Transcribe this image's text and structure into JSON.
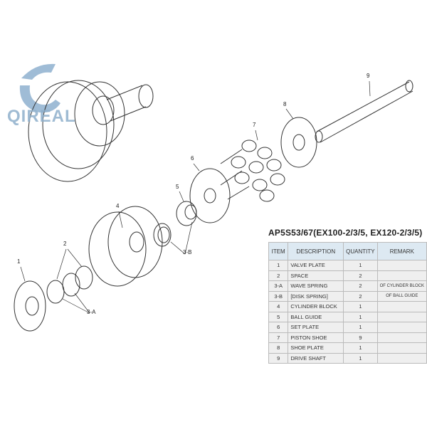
{
  "logo": {
    "text": "QIREAL",
    "color": "#8fb0cc"
  },
  "labels": {
    "l1": "1",
    "l2": "2",
    "l3a": "3-A",
    "l3b": "3-B",
    "l4": "4",
    "l5": "5",
    "l6": "6",
    "l7": "7",
    "l8": "8",
    "l9": "9"
  },
  "table": {
    "title": "AP5S53/67(EX100-2/3/5, EX120-2/3/5)",
    "headers": [
      "ITEM",
      "DESCRIPTION",
      "QUANTITY",
      "REMARK"
    ],
    "rows": [
      {
        "item": "1",
        "desc": "VALVE PLATE",
        "qty": "1",
        "remark": ""
      },
      {
        "item": "2",
        "desc": "SPACE",
        "qty": "2",
        "remark": ""
      },
      {
        "item": "3-A",
        "desc": "WAVE SPRING",
        "qty": "2",
        "remark": "OF CYLINDER BLOCK"
      },
      {
        "item": "3-B",
        "desc": "[DISK SPRING]",
        "qty": "2",
        "remark": "OF BALL GUIDE"
      },
      {
        "item": "4",
        "desc": "CYLINDER BLOCK",
        "qty": "1",
        "remark": ""
      },
      {
        "item": "5",
        "desc": "BALL GUIDE",
        "qty": "1",
        "remark": ""
      },
      {
        "item": "6",
        "desc": "SET PLATE",
        "qty": "1",
        "remark": ""
      },
      {
        "item": "7",
        "desc": "PISTON SHOE",
        "qty": "9",
        "remark": ""
      },
      {
        "item": "8",
        "desc": "SHOE PLATE",
        "qty": "1",
        "remark": ""
      },
      {
        "item": "9",
        "desc": "DRIVE SHAFT",
        "qty": "1",
        "remark": ""
      }
    ]
  }
}
